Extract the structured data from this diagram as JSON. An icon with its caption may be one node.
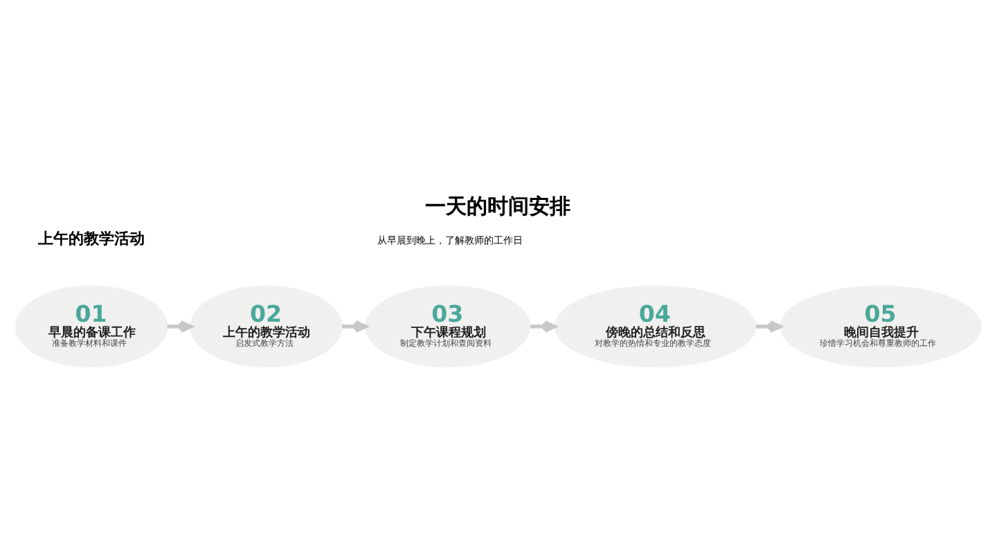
{
  "diagram": {
    "title": "一天的时间安排",
    "nodes": [
      {
        "text": [
          "01",
          "早晨的备课工作",
          "准备教学材料和课件"
        ]
      },
      {
        "text": [
          "02",
          "上午的教学活动",
          "启发式教学方法"
        ]
      },
      {
        "text": [
          "03",
          "下午课程规划",
          "制定教学计划和查阅资料"
        ]
      },
      {
        "text": [
          "04",
          "傍晚的总结和反思",
          "对教学的热情和专业的教学态度"
        ]
      },
      {
        "text": [
          "05",
          "晚间自我提升",
          "珍惜学习机会和尊重教师的工作"
        ]
      }
    ],
    "edges": [
      {
        "from": 0,
        "to": 1,
        "arrow": "to"
      },
      {
        "from": 1,
        "to": 2,
        "arrow": "to"
      },
      {
        "from": 2,
        "to": 3,
        "arrow": "to"
      },
      {
        "from": 3,
        "to": 4,
        "arrow": "to"
      }
    ],
    "labels": [
      "上午的教学活动",
      "从早晨到晚上，了解教师的工作日"
    ]
  }
}
